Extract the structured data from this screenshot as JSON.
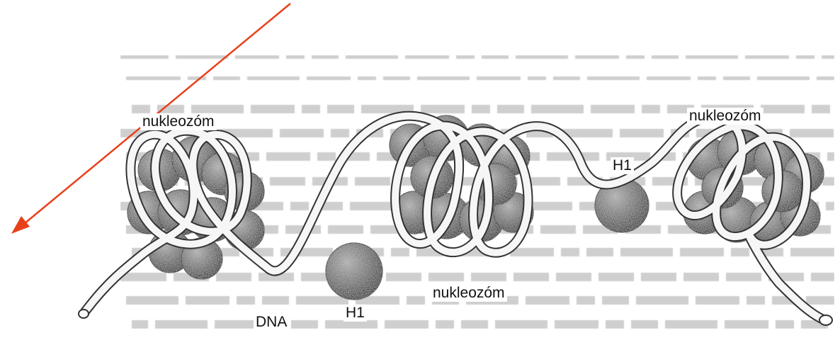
{
  "labels": {
    "nucleosome_left": "nukleozóm",
    "nucleosome_middle": "nukleozóm",
    "nucleosome_right": "nukleozóm",
    "h1_free": "H1",
    "h1_bottom": "H1",
    "dna": "DNA"
  },
  "colors": {
    "arrow": "#e8401a",
    "strand_fill": "#f6f6f6",
    "strand_edge": "#333333",
    "sphere_dark": "#2f2f2f",
    "sphere_light": "#a8a8a8",
    "background_text": "#8a8a8a"
  },
  "structure": {
    "nucleosomes": 3,
    "free_h1_spheres": 2
  }
}
